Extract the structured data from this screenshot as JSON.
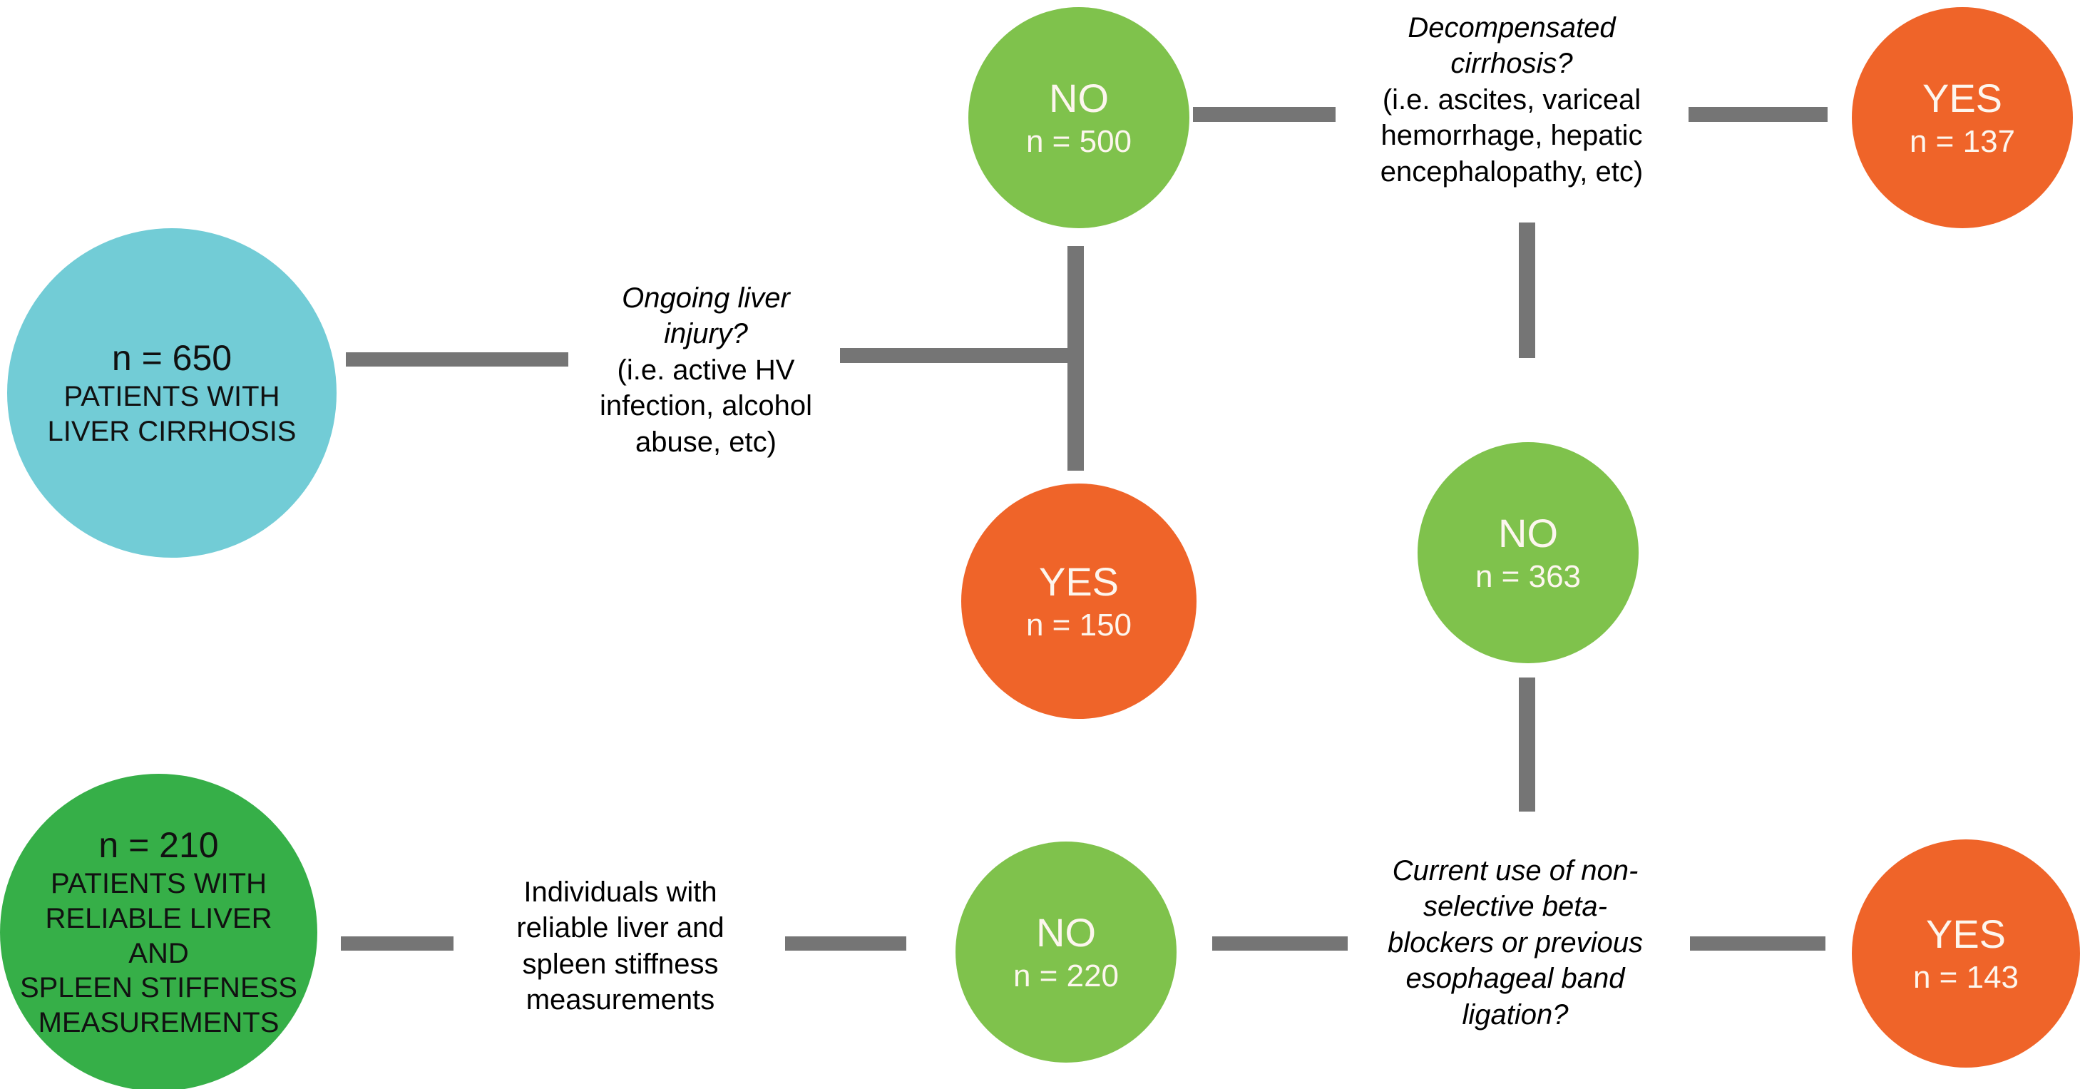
{
  "diagram": {
    "title": "Patient selection flow diagram",
    "colors": {
      "teal": "#72CCD6",
      "light_green": "#7FC24C",
      "dark_green": "#36AF48",
      "orange": "#EF6429",
      "connector_gray": "#757575",
      "text_dark": "#111111",
      "text_light": "#FDF6EE"
    }
  },
  "nodes": {
    "cohort_cirrhosis": {
      "count": "n = 650",
      "caption": "PATIENTS WITH\nLIVER CIRRHOSIS",
      "caption_line1": "PATIENTS WITH",
      "caption_line2": "LIVER CIRRHOSIS",
      "color": "#72CCD6"
    },
    "no_ongoing_injury": {
      "answer": "NO",
      "count": "n = 500",
      "color": "#7FC24C"
    },
    "yes_ongoing_injury": {
      "answer": "YES",
      "count": "n = 150",
      "color": "#EF6429"
    },
    "yes_decompensated": {
      "answer": "YES",
      "count": "n = 137",
      "color": "#EF6429"
    },
    "no_decompensated": {
      "answer": "NO",
      "count": "n = 363",
      "color": "#7FC24C"
    },
    "cohort_reliable": {
      "count": "n = 210",
      "caption_line1": "PATIENTS WITH",
      "caption_line2": "RELIABLE LIVER AND",
      "caption_line3": "SPLEEN STIFFNESS",
      "caption_line4": "MEASUREMENTS",
      "color": "#36AF48"
    },
    "no_nsbb": {
      "answer": "NO",
      "count": "n = 220",
      "color": "#7FC24C"
    },
    "yes_nsbb": {
      "answer": "YES",
      "count": "n = 143",
      "color": "#EF6429"
    }
  },
  "labels": {
    "ongoing_injury": {
      "question": "Ongoing liver\ninjury?",
      "question_line1": "Ongoing liver",
      "question_line2": "injury?",
      "examples_line1": "(i.e. active HV",
      "examples_line2": "infection, alcohol",
      "examples_line3": "abuse, etc)"
    },
    "decompensated": {
      "question_line1": "Decompensated",
      "question_line2": "cirrhosis?",
      "examples_line1": "(i.e. ascites, variceal",
      "examples_line2": "hemorrhage, hepatic",
      "examples_line3": "encephalopathy, etc)"
    },
    "reliable_measurements": {
      "line1": "Individuals with",
      "line2": "reliable liver and",
      "line3": "spleen stiffness",
      "line4": "measurements"
    },
    "nsbb": {
      "line1": "Current use of non-",
      "line2": "selective beta-",
      "line3": "blockers or previous",
      "line4": "esophageal band",
      "line5": "ligation?"
    }
  }
}
